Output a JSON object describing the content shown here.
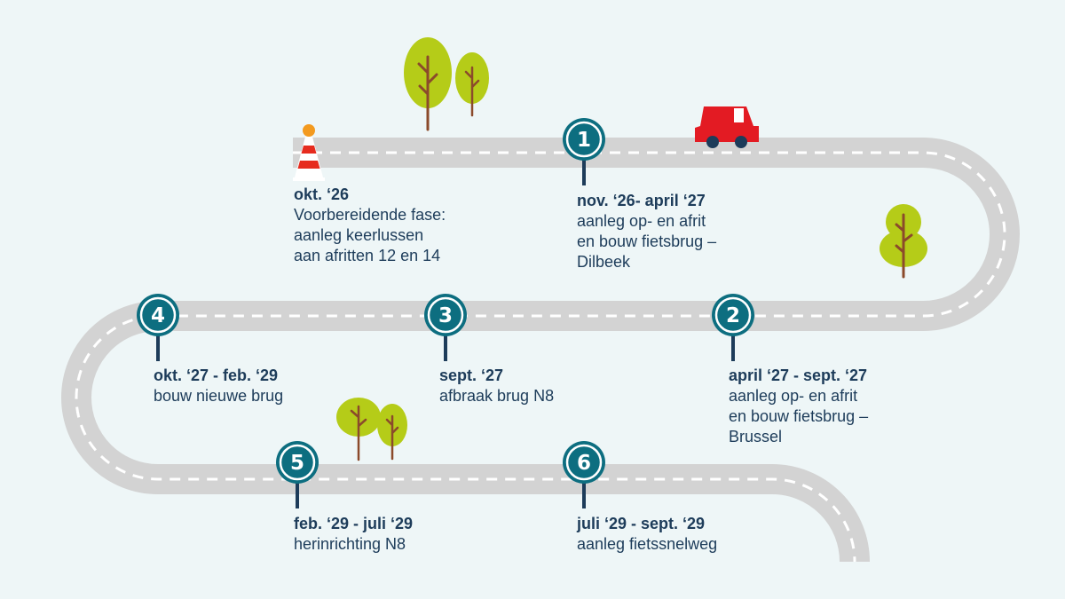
{
  "colors": {
    "background": "#eef6f7",
    "road": "#d3d3d3",
    "road_dash": "#ffffff",
    "marker": "#0d6e80",
    "marker_dark": "#1d3c5a",
    "text": "#1d3c5a",
    "tree_light": "#b5cc18",
    "tree_trunk": "#8b4a2b",
    "car": "#e31b23",
    "cone_stripe": "#e62b1e",
    "cone_light": "#f39a1f"
  },
  "start": {
    "date": "okt. ‘26",
    "description": "Voorbereidende fase:\naanleg keerlussen\naan afritten 12 en 14"
  },
  "milestones": [
    {
      "number": "1",
      "date": "nov. ‘26- april ‘27",
      "description": "aanleg op- en afrit\nen bouw fietsbrug –\nDilbeek"
    },
    {
      "number": "2",
      "date": "april ‘27 - sept. ‘27",
      "description": "aanleg op- en afrit\nen bouw fietsbrug –\nBrussel"
    },
    {
      "number": "3",
      "date": "sept. ‘27",
      "description": "afbraak brug N8"
    },
    {
      "number": "4",
      "date": "okt. ‘27 - feb. ‘29",
      "description": "bouw nieuwe brug"
    },
    {
      "number": "5",
      "date": "feb. ‘29 - juli ‘29",
      "description": "herinrichting N8"
    },
    {
      "number": "6",
      "date": "juli ‘29 - sept. ‘29",
      "description": "aanleg fietssnelweg"
    }
  ],
  "icons": [
    "traffic-cone-icon",
    "car-icon",
    "tree-icon"
  ]
}
